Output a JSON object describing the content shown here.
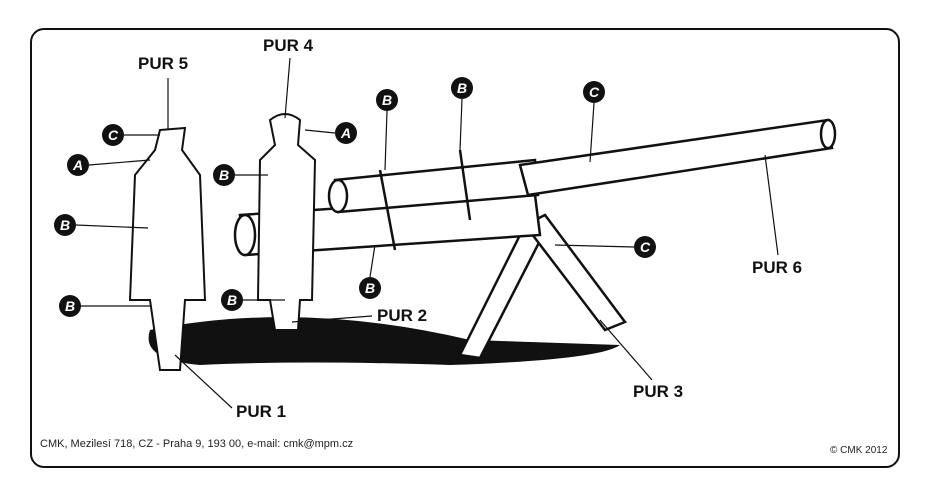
{
  "labels": {
    "pur1": "PUR 1",
    "pur2": "PUR 2",
    "pur3": "PUR 3",
    "pur4": "PUR 4",
    "pur5": "PUR 5",
    "pur6": "PUR 6"
  },
  "markers": {
    "a": "A",
    "b": "B",
    "c": "C"
  },
  "footer": {
    "address": "CMK, Mezilesí 718, CZ - Praha 9, 193 00, e-mail: cmk@mpm.cz",
    "copyright": "© CMK 2012"
  }
}
